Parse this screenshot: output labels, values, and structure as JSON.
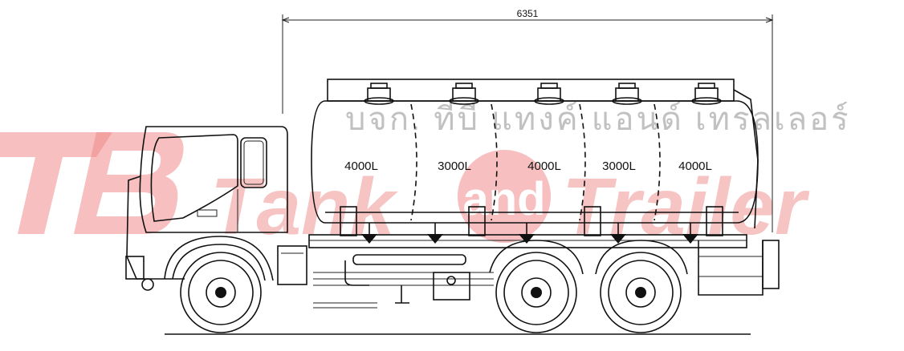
{
  "drawing": {
    "overall_length_label": "6351",
    "compartments": [
      {
        "capacity": "4000L"
      },
      {
        "capacity": "3000L"
      },
      {
        "capacity": "4000L"
      },
      {
        "capacity": "3000L"
      },
      {
        "capacity": "4000L"
      }
    ]
  },
  "watermark": {
    "logo_letters": "TB",
    "brand_word_1": "Tank",
    "brand_word_2": "and",
    "brand_word_3": "Trailer",
    "thai_company_name": "บจก. ทีบี แทงค์ แอนด์ เทรลเลอร์",
    "brand_color": "#f08a8a"
  }
}
